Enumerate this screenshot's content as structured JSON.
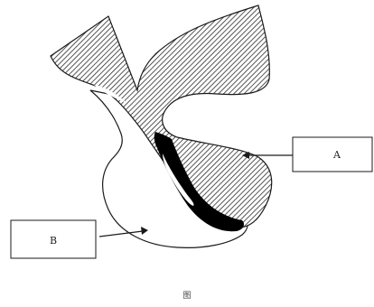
{
  "labels": {
    "a": "A",
    "b": "B"
  },
  "caption": "图",
  "colors": {
    "hatch": "#2b2b2b",
    "dark_layer": "#000000",
    "outline": "#1a1a1a",
    "background": "#ffffff"
  }
}
